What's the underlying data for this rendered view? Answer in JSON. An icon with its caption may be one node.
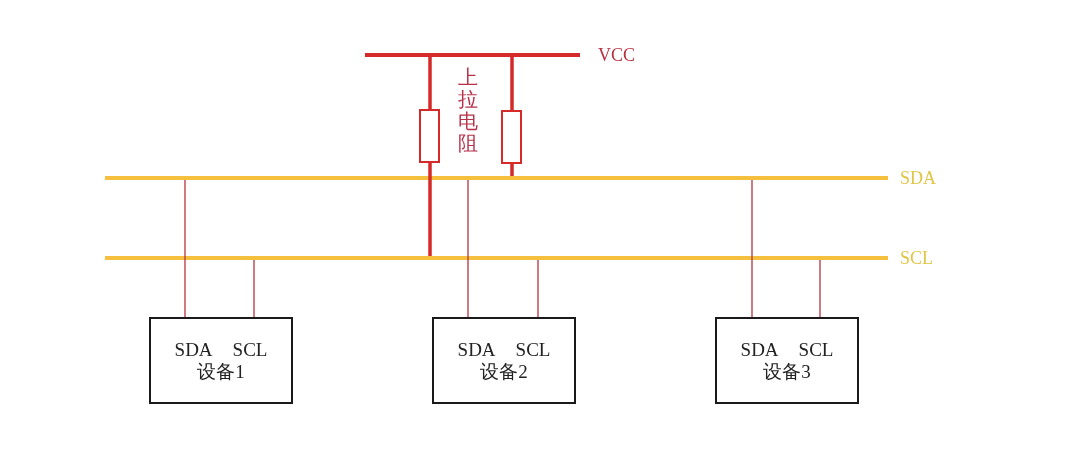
{
  "diagram": {
    "nodes": [
      {
        "text": [],
        "shape": "bar",
        "beside": [
          "VCC"
        ]
      },
      {
        "text": [],
        "shape": "box"
      },
      {
        "text": [],
        "shape": "box"
      },
      {
        "text": [],
        "shape": "bar",
        "beside": [
          "SDA"
        ]
      },
      {
        "text": [],
        "shape": "bar",
        "beside": [
          "SCL"
        ]
      },
      {
        "text": [
          "SDA",
          "SCL",
          "设备1"
        ]
      },
      {
        "text": [
          "SDA",
          "SCL",
          "设备2"
        ]
      },
      {
        "text": [
          "SDA",
          "SCL",
          "设备3"
        ]
      }
    ],
    "edges": [
      {
        "from": 0,
        "to": 1,
        "arrow": "none",
        "style": "thick",
        "color": "#d42a2a"
      },
      {
        "from": 1,
        "to": 4,
        "arrow": "none",
        "style": "thick",
        "color": "#d42a2a"
      },
      {
        "from": 0,
        "to": 2,
        "arrow": "none",
        "style": "thick",
        "color": "#d42a2a"
      },
      {
        "from": 2,
        "to": 3,
        "arrow": "none",
        "style": "thick",
        "color": "#d42a2a"
      },
      {
        "from": 3,
        "to": 5,
        "arrow": "none"
      },
      {
        "from": 4,
        "to": 5,
        "arrow": "none"
      },
      {
        "from": 3,
        "to": 6,
        "arrow": "none"
      },
      {
        "from": 4,
        "to": 6,
        "arrow": "none"
      },
      {
        "from": 3,
        "to": 7,
        "arrow": "none"
      },
      {
        "from": 4,
        "to": 7,
        "arrow": "none"
      }
    ],
    "labels": [
      "上拉电阻"
    ]
  }
}
